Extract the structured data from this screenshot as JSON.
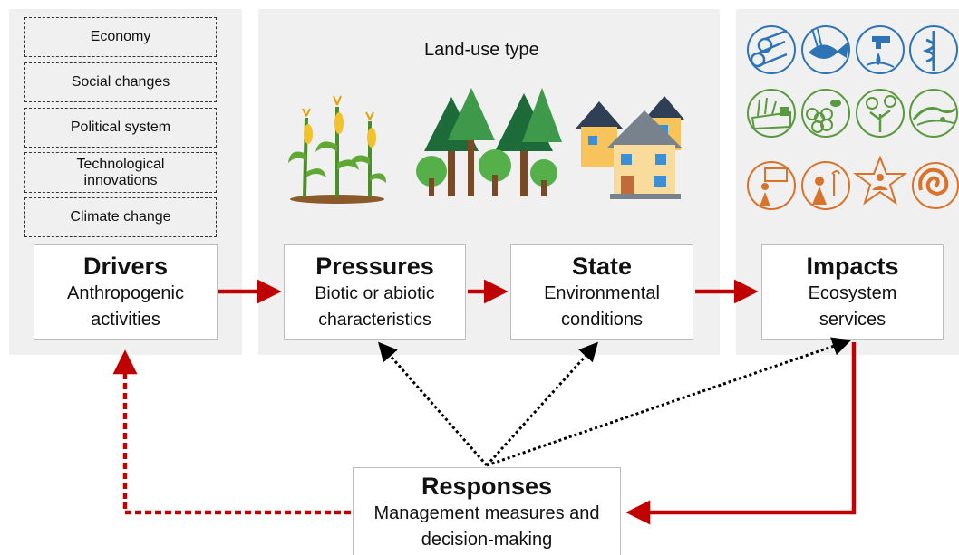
{
  "left_panel": {
    "driver_factors": [
      "Economy",
      "Social changes",
      "Political system",
      "Technological innovations",
      "Climate change"
    ]
  },
  "middle_panel": {
    "title": "Land-use type",
    "land_use_icons": [
      "corn-crop-icon",
      "forest-icon",
      "houses-icon"
    ]
  },
  "right_panel": {
    "ecosystem_service_icons": {
      "provisioning": [
        "timber-icon",
        "fish-icon",
        "water-tap-icon",
        "medicine-icon"
      ],
      "regulating": [
        "grass-soil-icon",
        "pollination-icon",
        "carbon-tree-icon",
        "erosion-icon"
      ],
      "cultural": [
        "heritage-icon",
        "birdwatching-icon",
        "meditation-icon",
        "spiral-icon"
      ]
    },
    "colors": {
      "provisioning": "#2e74b5",
      "regulating": "#5a9a3e",
      "cultural": "#d9722a"
    }
  },
  "boxes": {
    "drivers": {
      "title": "Drivers",
      "subtitle": "Anthropogenic activities"
    },
    "pressures": {
      "title": "Pressures",
      "subtitle": "Biotic or abiotic characteristics"
    },
    "state": {
      "title": "State",
      "subtitle": "Environmental conditions"
    },
    "impacts": {
      "title": "Impacts",
      "subtitle": "Ecosystem services"
    },
    "responses": {
      "title": "Responses",
      "subtitle": "Management measures and decision-making"
    }
  },
  "arrow_colors": {
    "main": "#c00000",
    "feedback": "#000000"
  }
}
